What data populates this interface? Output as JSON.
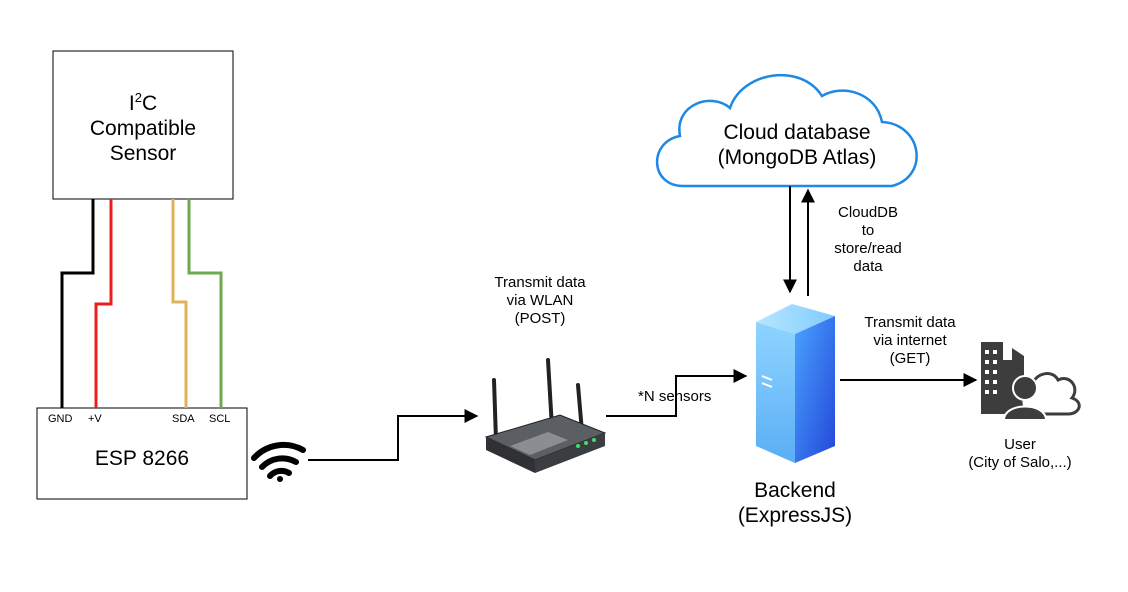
{
  "sensor": {
    "line1_prefix": "I",
    "line1_sup": "2",
    "line1_suffix": "C",
    "line2": "Compatible",
    "line3": "Sensor"
  },
  "esp": {
    "title": "ESP 8266",
    "pins": [
      "GND",
      "+V",
      "SDA",
      "SCL"
    ]
  },
  "wires": {
    "gnd": "#000000",
    "vcc": "#ee1c1c",
    "sda": "#e0b35a",
    "scl": "#6fa84e"
  },
  "router_label": [
    "Transmit data",
    "via WLAN",
    "(POST)"
  ],
  "sensors_label": "*N sensors",
  "cloud": {
    "line1": "Cloud database",
    "line2": "(MongoDB Atlas)",
    "stroke": "#1e88e5"
  },
  "clouddb_label": [
    "CloudDB",
    "to",
    "store/read",
    "data"
  ],
  "backend": {
    "line1": "Backend",
    "line2": "(ExpressJS)"
  },
  "internet_label": [
    "Transmit data",
    "via internet",
    "(GET)"
  ],
  "user": {
    "line1": "User",
    "line2": "(City of Salo,...)"
  },
  "icons": [
    "wifi-icon",
    "router-icon",
    "server-icon",
    "city-user-cloud-icon"
  ]
}
